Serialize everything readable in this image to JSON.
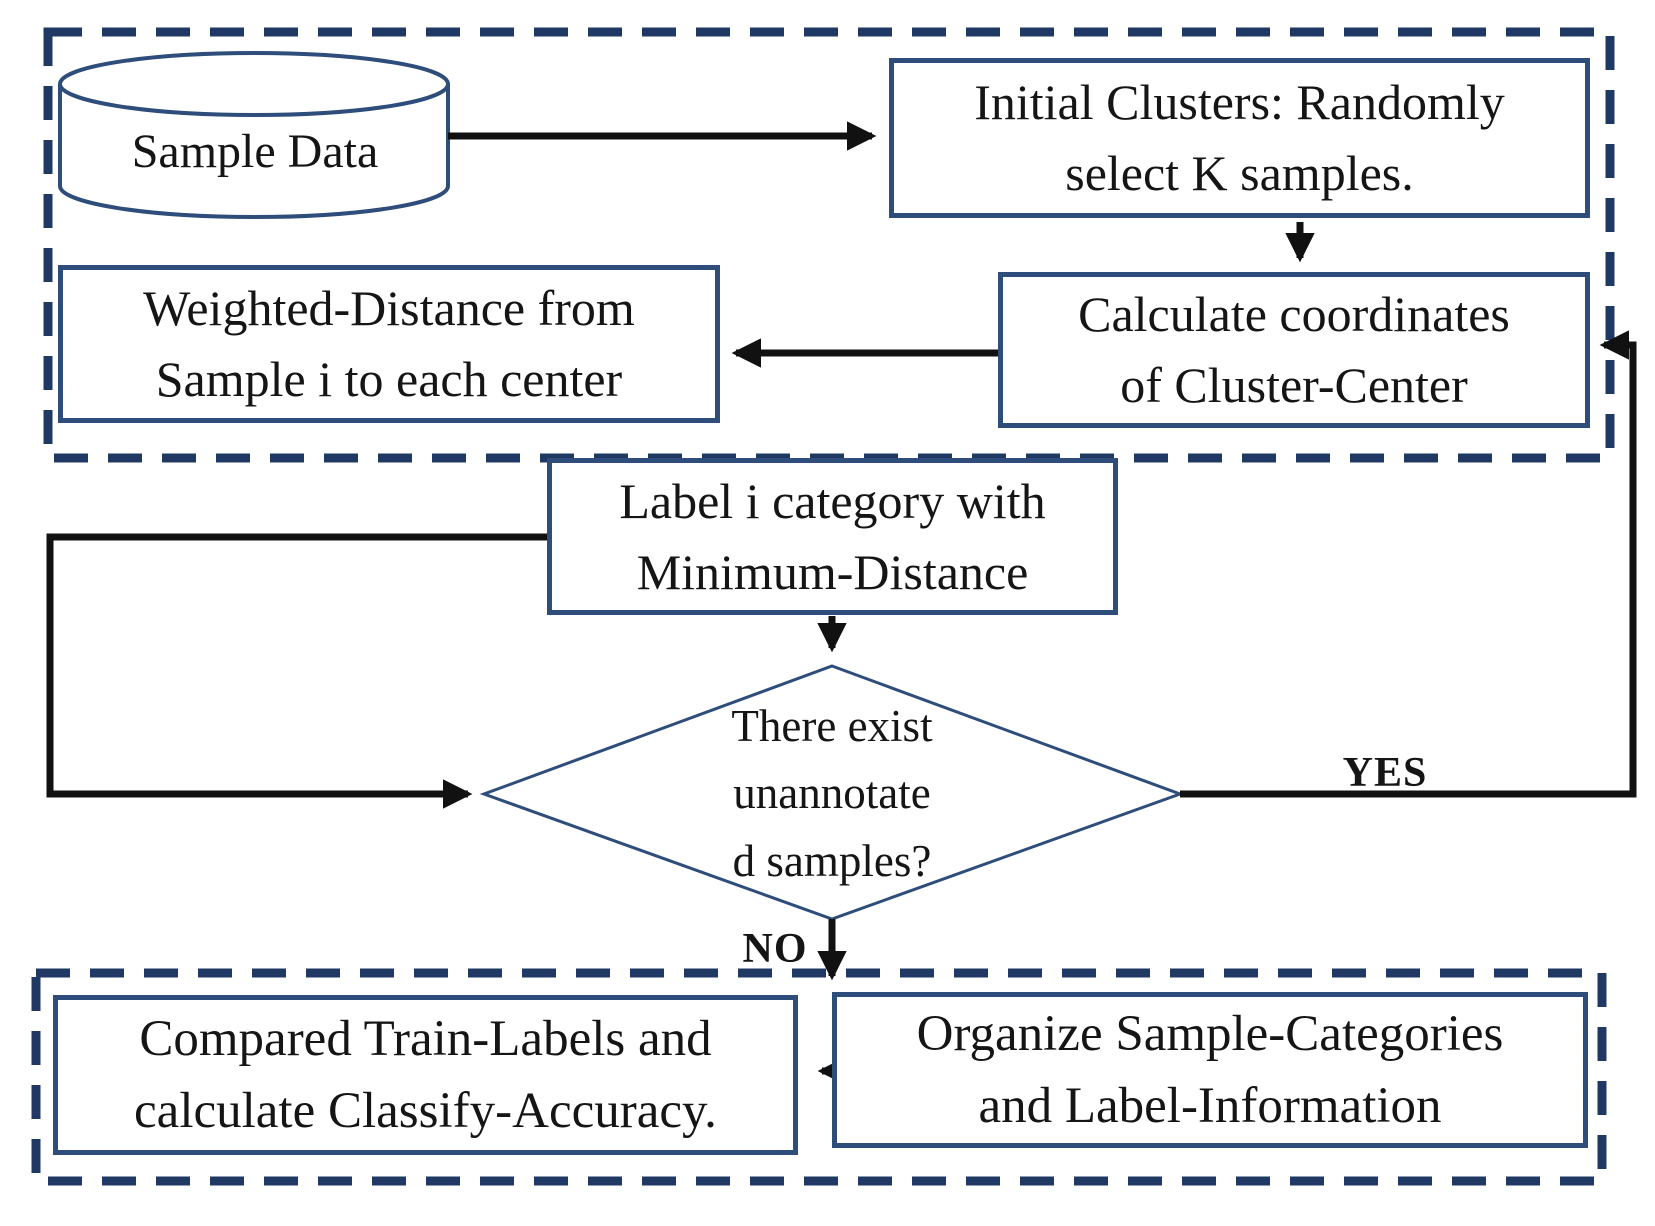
{
  "nodes": {
    "sample_data": {
      "label": "Sample Data"
    },
    "initial_clusters": {
      "label": "Initial Clusters: Randomly\nselect K samples."
    },
    "calculate_center": {
      "label": "Calculate coordinates\nof Cluster-Center"
    },
    "weighted_distance": {
      "label": "Weighted-Distance from\nSample i to each center"
    },
    "label_category": {
      "label": "Label i category with\nMinimum-Distance"
    },
    "decision_unannotated": {
      "label": "There exist\nunannotate\nd samples?"
    },
    "organize_categories": {
      "label": "Organize Sample-Categories\nand Label-Information"
    },
    "compare_accuracy": {
      "label": "Compared Train-Labels and\ncalculate Classify-Accuracy."
    }
  },
  "edge_labels": {
    "yes": "YES",
    "no": "NO"
  },
  "colors": {
    "dashed_border": "#1f3864",
    "node_border": "#2e4d7b",
    "arrow": "#111111",
    "text": "#151515",
    "background": "#ffffff"
  }
}
